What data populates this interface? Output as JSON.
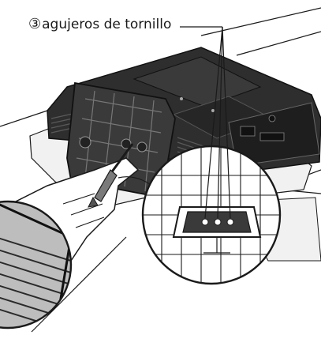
{
  "illustration": {
    "callout_number": "③",
    "callout_text": "agujeros de tornillo",
    "palette": {
      "line": "#1a1a1a",
      "tv_body": "#2e2e2e",
      "tv_dark": "#151515",
      "vent": "#5a5a5a",
      "cloth": "#f1f1f1",
      "skin": "#ffffff",
      "screwdriver_handle": "#7a7a7a"
    },
    "icons": [
      "tv-back-panel",
      "stand-mount-plate",
      "hand-with-screwdriver",
      "magnifier-circle-screw-holes",
      "magnifier-circle-left-detail"
    ]
  }
}
